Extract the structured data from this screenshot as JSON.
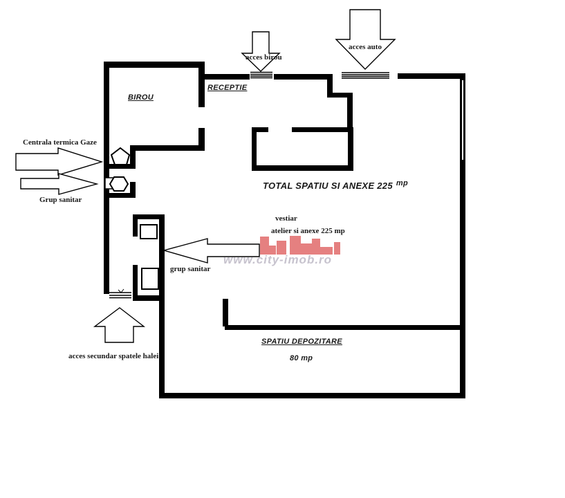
{
  "page": {
    "type": "floor-plan",
    "background": "#ffffff"
  },
  "labels": {
    "birou": "BIROU",
    "receptie": "RECEPTIE",
    "acces_birou": "acces birou",
    "acces_auto": "acces auto",
    "centrala_termica": "Centrala termica Gaze",
    "grup_sanitar_upper": "Grup sanitar",
    "vestiar": "vestiar",
    "atelier": "atelier si anexe 225 mp",
    "grup_sanitar_lower": "grup sanitar",
    "total_spatiu": "TOTAL SPATIU SI ANEXE 225",
    "total_spatiu_unit": "mp",
    "acces_secundar": "acces secundar spatele halei",
    "spatiu_depozitare": "SPATIU DEPOZITARE",
    "depozitare_area": "80 mp"
  },
  "watermark": {
    "text": "www.city-imob.ro",
    "text_color": "#c7c3ce",
    "skyline_color": "#df6161"
  },
  "colors": {
    "wall": "#000000",
    "text": "#1a1a1a"
  }
}
